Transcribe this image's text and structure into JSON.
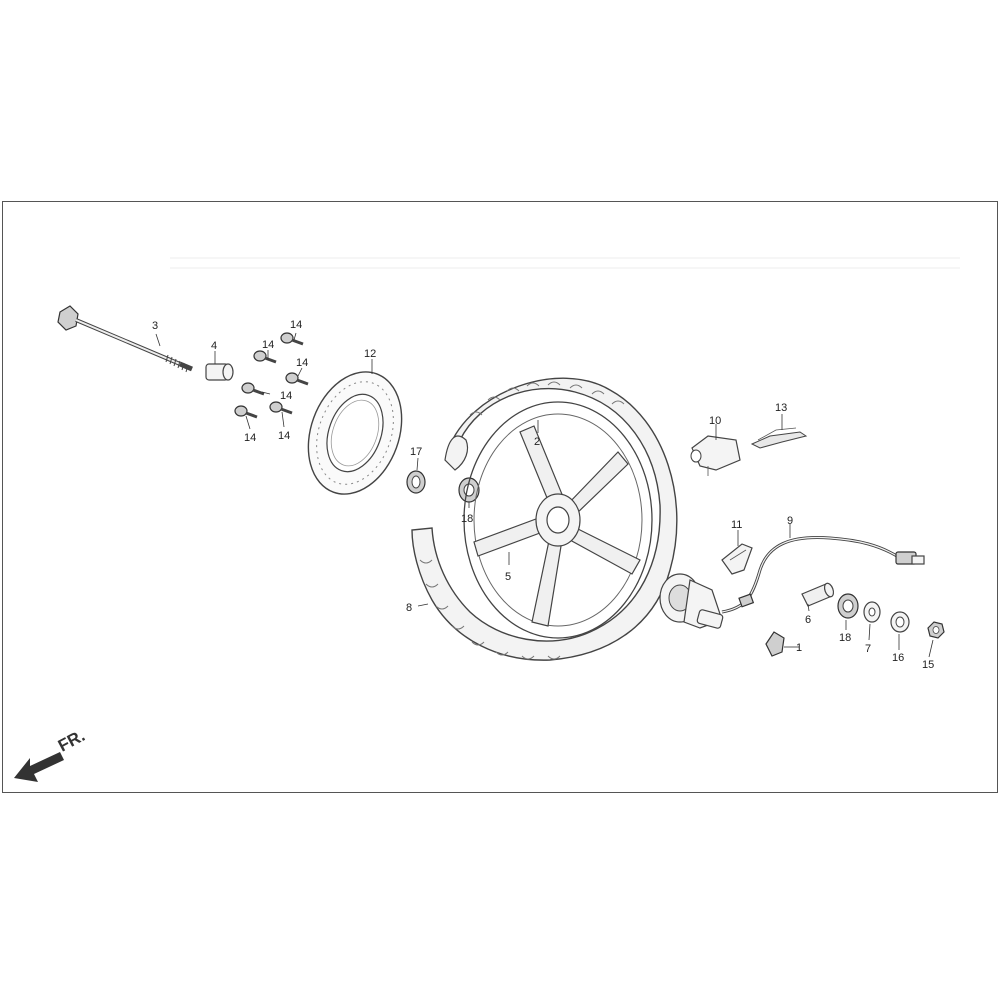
{
  "diagram": {
    "direction_label": "FR.",
    "callouts": {
      "c1": "1",
      "c2": "2",
      "c3": "3",
      "c4": "4",
      "c5": "5",
      "c6": "6",
      "c7": "7",
      "c8": "8",
      "c9": "9",
      "c10": "10",
      "c11": "11",
      "c12": "12",
      "c13": "13",
      "c14a": "14",
      "c14b": "14",
      "c14c": "14",
      "c14d": "14",
      "c14e": "14",
      "c15": "15",
      "c16": "16",
      "c17": "17",
      "c18a": "18",
      "c18b": "18"
    }
  }
}
